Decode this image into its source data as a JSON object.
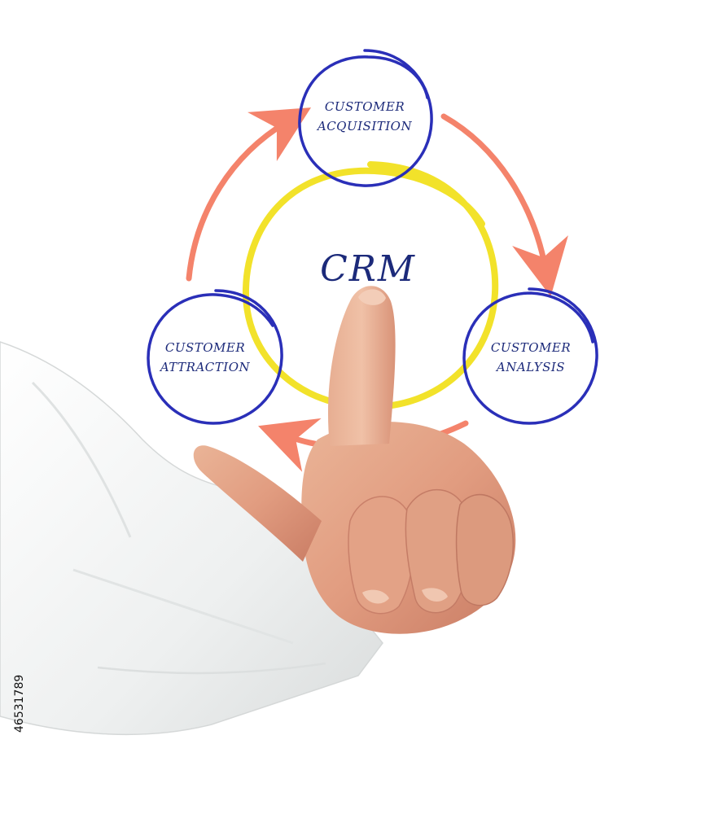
{
  "diagram": {
    "center": {
      "label": "CRM"
    },
    "nodes": [
      {
        "id": "acquisition",
        "lines": [
          "CUSTOMER",
          "ACQUISITION"
        ]
      },
      {
        "id": "analysis",
        "lines": [
          "CUSTOMER",
          "ANALYSIS"
        ]
      },
      {
        "id": "attraction",
        "lines": [
          "CUSTOMER",
          "ATTRACTION"
        ]
      }
    ],
    "flow": [
      "attraction-to-acquisition",
      "acquisition-to-analysis",
      "analysis-to-attraction"
    ]
  },
  "stock_id": "46531789",
  "colors": {
    "node_ring": "#2a2fb8",
    "center_ring": "#f2e22a",
    "arrow": "#f4836b",
    "text": "#1c2a7a",
    "sleeve": "#f3f4f4",
    "skin": "#e6a083"
  }
}
